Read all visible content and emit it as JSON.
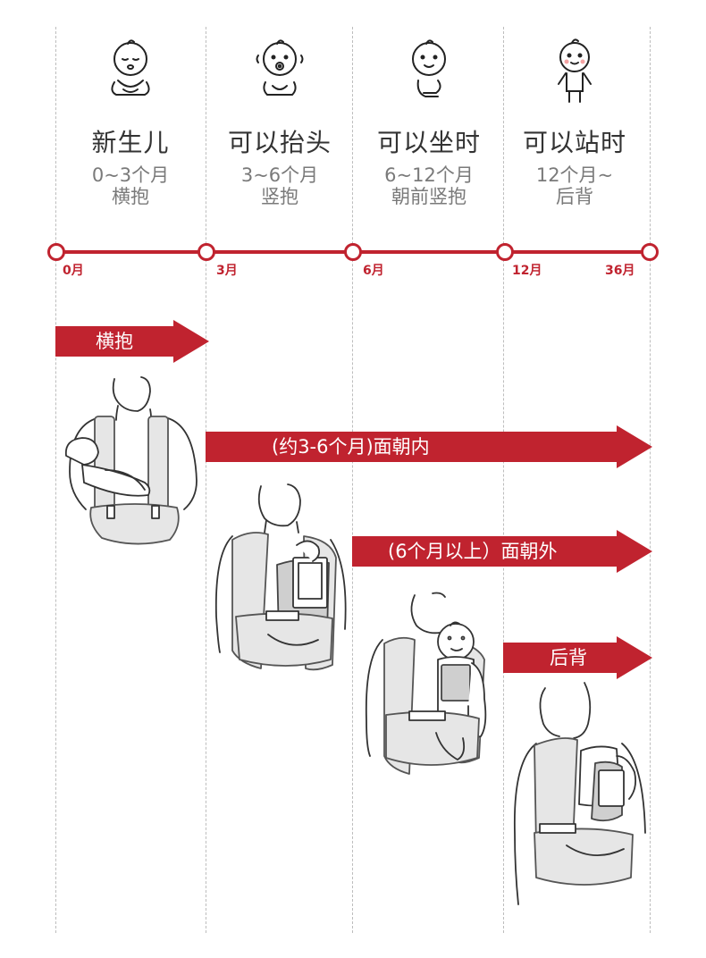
{
  "stages": [
    {
      "title": "新生儿",
      "age": "0~3个月",
      "hold": "横抱"
    },
    {
      "title": "可以抬头",
      "age": "3~6个月",
      "hold": "竖抱"
    },
    {
      "title": "可以坐时",
      "age": "6~12个月",
      "hold": "朝前竖抱"
    },
    {
      "title": "可以站时",
      "age": "12个月~",
      "hold": "后背"
    }
  ],
  "timeline": {
    "labels": [
      "0月",
      "3月",
      "6月",
      "12月",
      "36月"
    ],
    "color": "#c0232f"
  },
  "arrows": [
    {
      "label": "横抱"
    },
    {
      "label": "(约3-6个月)面朝内"
    },
    {
      "label": "(6个月以上）面朝外"
    },
    {
      "label": "后背"
    }
  ],
  "icons": [
    "baby-newborn-icon",
    "baby-pacifier-icon",
    "baby-sitting-icon",
    "baby-standing-icon"
  ],
  "colors": {
    "accent": "#c0232f",
    "text": "#333333",
    "subtext": "#7a7a7a"
  }
}
